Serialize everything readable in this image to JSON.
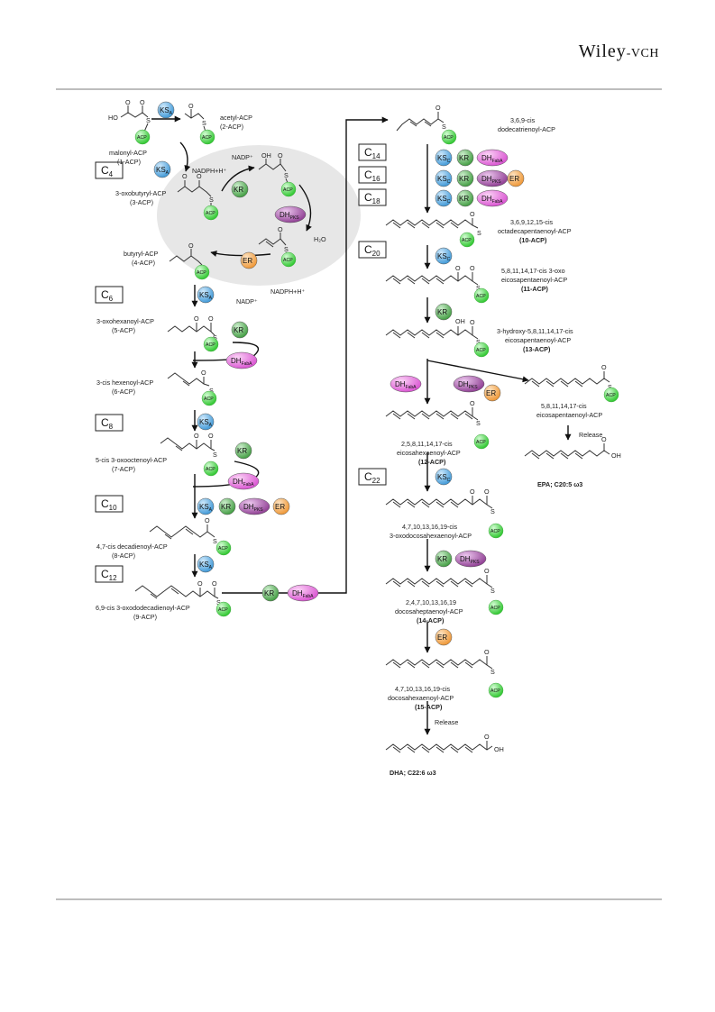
{
  "header": {
    "publisher_a": "Wiley",
    "publisher_b": "-VCH"
  },
  "colors": {
    "KS": "#4aa6e0",
    "KR": "#4cae4c",
    "DH": "#e067d8",
    "DHpks": "#a64aa8",
    "ER": "#f0a040",
    "ACP": "#3fd43f",
    "cycle": "#e6e6e6"
  },
  "stages": [
    "C4",
    "C6",
    "C8",
    "C10",
    "C12",
    "C14",
    "C16",
    "C18",
    "C20",
    "C22"
  ],
  "compounds": {
    "c1": {
      "name": "malonyl-ACP",
      "id": "(1-ACP)"
    },
    "c2": {
      "name": "acetyl-ACP",
      "id": "(2-ACP)"
    },
    "c3": {
      "name": "3-oxobutyryl-ACP",
      "id": "(3-ACP)"
    },
    "c4": {
      "name": "butyryl-ACP",
      "id": "(4-ACP)"
    },
    "c5": {
      "name": "3-oxohexanoyl-ACP",
      "id": "(5-ACP)"
    },
    "c6": {
      "name": "3-cis hexenoyl-ACP",
      "id": "(6-ACP)"
    },
    "c7": {
      "name": "5-cis 3-oxooctenoyl-ACP",
      "id": "(7-ACP)"
    },
    "c8": {
      "name": "4,7-cis decadienoyl-ACP",
      "id": "(8-ACP)"
    },
    "c9": {
      "name": "6,9-cis 3-oxododecadienoyl-ACP",
      "id": "(9-ACP)"
    },
    "c_r1": {
      "name1": "3,6,9-cis",
      "name2": "dodecatrienoyl-ACP"
    },
    "c10": {
      "name1": "3,6,9,12,15-cis",
      "name2": "octadecapentaenoyl-ACP",
      "id": "(10-ACP)"
    },
    "c11": {
      "name1": "5,8,11,14,17-cis 3-oxo",
      "name2": "eicosapentaenoyl-ACP",
      "id": "(11-ACP)"
    },
    "c13": {
      "name1": "3-hydroxy-5,8,11,14,17-cis",
      "name2": "eicosapentaenoyl-ACP",
      "id": "(13-ACP)"
    },
    "c12": {
      "name1": "2,5,8,11,14,17-cis",
      "name2": "eicosahexaenoyl-ACP",
      "id": "(12-ACP)"
    },
    "cepa": {
      "name1": "5,8,11,14,17-cis",
      "name2": "eicosapentaenoyl-ACP"
    },
    "c_oxo22": {
      "name1": "4,7,10,13,16,19-cis",
      "name2": "3-oxodocosahexaenoyl-ACP"
    },
    "c14": {
      "name1": "2,4,7,10,13,16,19",
      "name2": "docosaheptaenoyl-ACP",
      "id": "(14-ACP)"
    },
    "c15": {
      "name1": "4,7,10,13,16,19-cis",
      "name2": "docosahexaenoyl-ACP",
      "id": "(15-ACP)"
    }
  },
  "cofactors": {
    "nadph": "NADPH+H⁺",
    "nadp": "NADP⁺",
    "h2o": "H₂O"
  },
  "release": "Release",
  "products": {
    "epa": "EPA; C20:5 ω3",
    "dha": "DHA; C22:6 ω3"
  },
  "enzymes": {
    "ks": "KS",
    "kr": "KR",
    "dh": "DH",
    "er": "ER",
    "acp": "ACP",
    "sub_a": "A",
    "sub_c": "C",
    "sub_fab": "FabA",
    "sub_pks": "PKS"
  },
  "atoms": {
    "ho": "HO",
    "oh": "OH",
    "o": "O",
    "s": "S"
  }
}
